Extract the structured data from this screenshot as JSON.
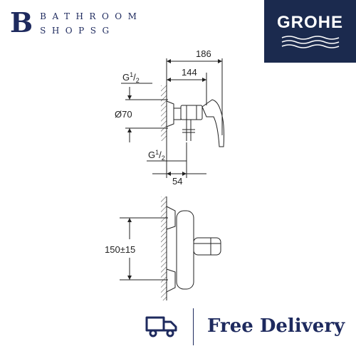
{
  "brand": {
    "letter": "B",
    "line1": "BATHROOM",
    "line2": "SHOPSG"
  },
  "logo": {
    "text": "GROHE",
    "bg_color": "#1b2a4e",
    "icon": "wave-lines-icon"
  },
  "drawing": {
    "dim_top_total": "186",
    "dim_top_body": "144",
    "thread_top": {
      "main": "G",
      "sup": "1",
      "sub": "2"
    },
    "diameter": "Ø70",
    "thread_bottom": {
      "main": "G",
      "sup": "1",
      "sub": "2"
    },
    "dim_bottom": "54",
    "height_range": "150±15"
  },
  "footer": {
    "delivery_icon": "delivery-truck-icon",
    "delivery_text": "Free Delivery",
    "accent_color": "#1e2a5e"
  }
}
